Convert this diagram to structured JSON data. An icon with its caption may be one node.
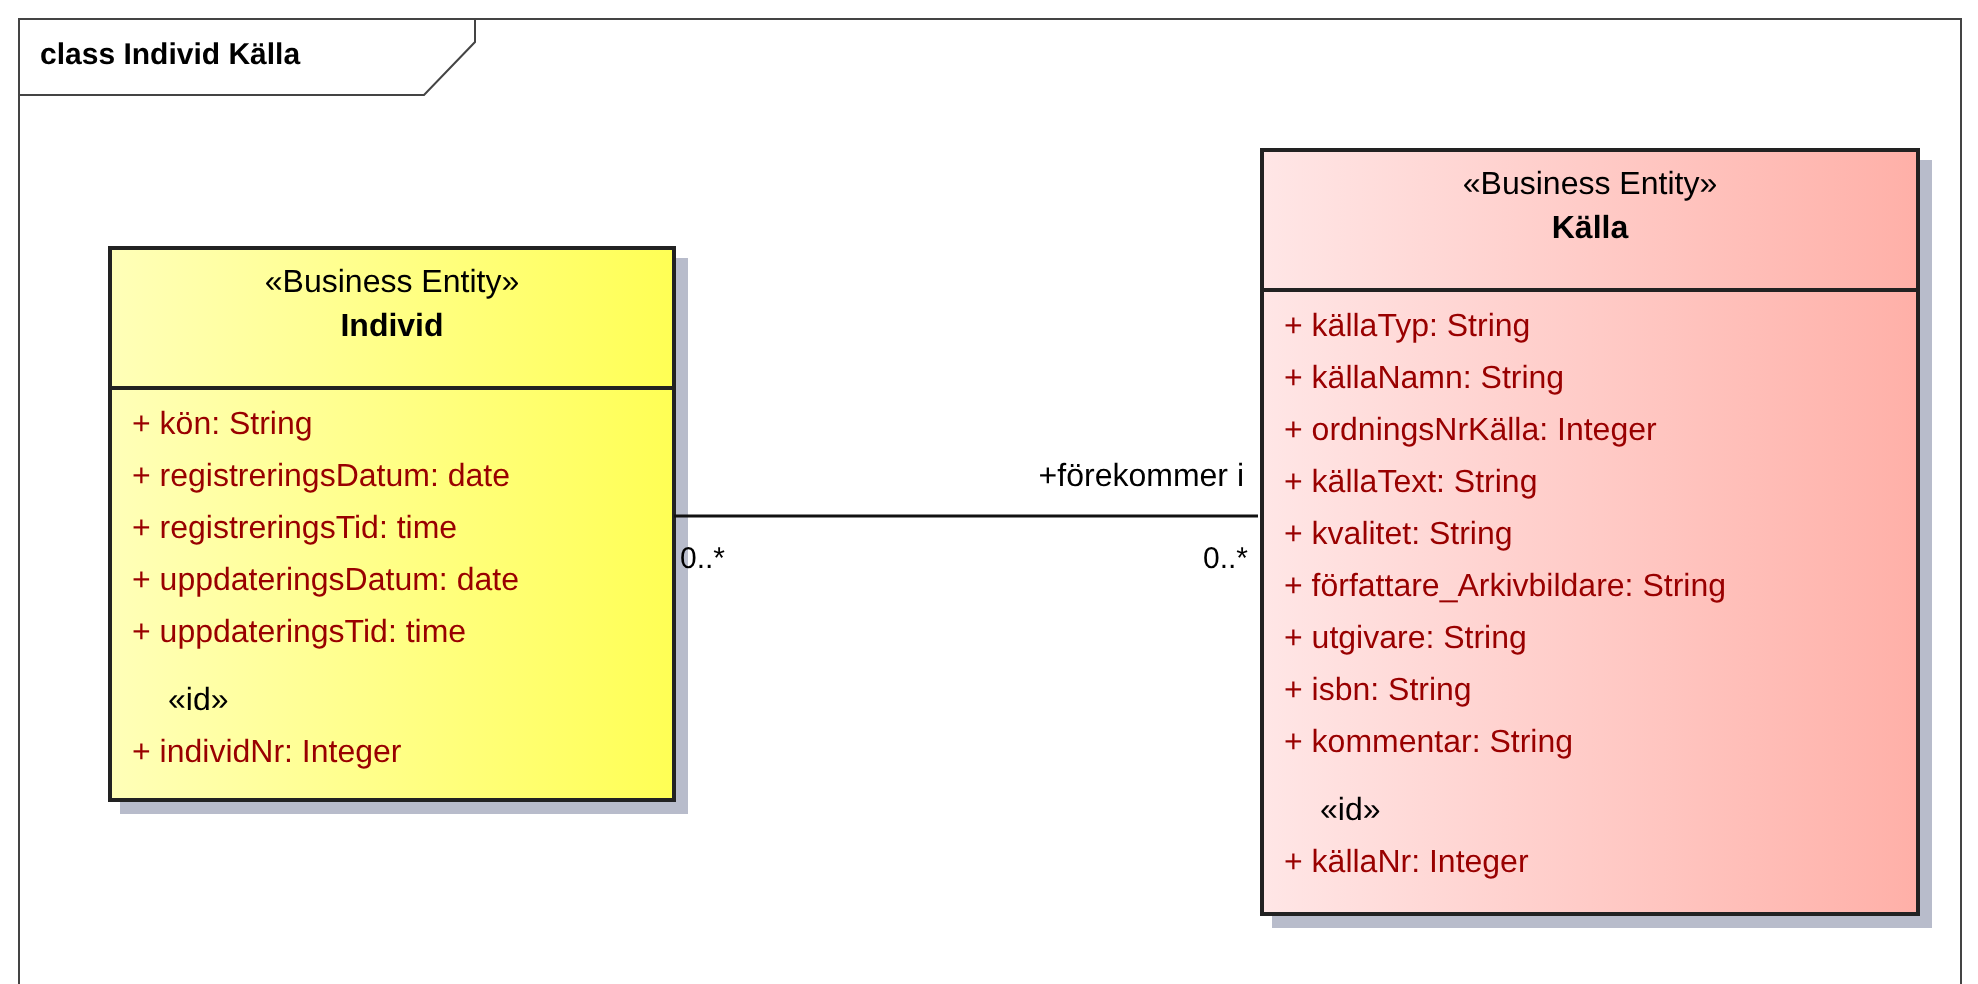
{
  "diagram": {
    "nodes": [
      {
        "text": [
          "class Individ Källa"
        ]
      },
      {
        "text": [
          "«Business Entity»",
          "Individ",
          "+ kön: String",
          "+ registreringsDatum: date",
          "+ registreringsTid: time",
          "+ uppdateringsDatum: date",
          "+ uppdateringsTid: time",
          "«id»",
          "+ individNr: Integer"
        ],
        "in": 0
      },
      {
        "text": [
          "«Business Entity»",
          "Källa",
          "+ källaTyp: String",
          "+ källaNamn: String",
          "+ ordningsNrKälla: Integer",
          "+ källaText: String",
          "+ kvalitet: String",
          "+ författare_Arkivbildare: String",
          "+ utgivare: String",
          "+ isbn: String",
          "+ kommentar: String",
          "«id»",
          "+ källaNr: Integer"
        ],
        "in": 0
      }
    ],
    "edges": [
      {
        "from": 1,
        "to": 2,
        "arrow": "none",
        "label": "+förekommer i"
      }
    ],
    "labels": [
      "0..*",
      "0..*"
    ]
  }
}
